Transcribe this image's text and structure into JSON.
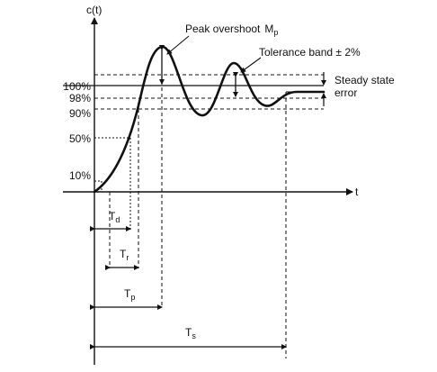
{
  "axes": {
    "y_label_main": "c",
    "y_label_arg": "(t)",
    "x_label": "t"
  },
  "levels": {
    "p100": "100%",
    "p98": "98%",
    "p90": "90%",
    "p50": "50%",
    "p10": "10%"
  },
  "annotations": {
    "peak_overshoot": "Peak overshoot",
    "mp_main": "M",
    "mp_sub": "p",
    "tolerance_band": "Tolerance band ± 2%",
    "steady_state_line1": "Steady state",
    "steady_state_line2": "error"
  },
  "times": {
    "td_main": "T",
    "td_sub": "d",
    "tr_main": "T",
    "tr_sub": "r",
    "tp_main": "T",
    "tp_sub": "p",
    "ts_main": "T",
    "ts_sub": "s"
  }
}
